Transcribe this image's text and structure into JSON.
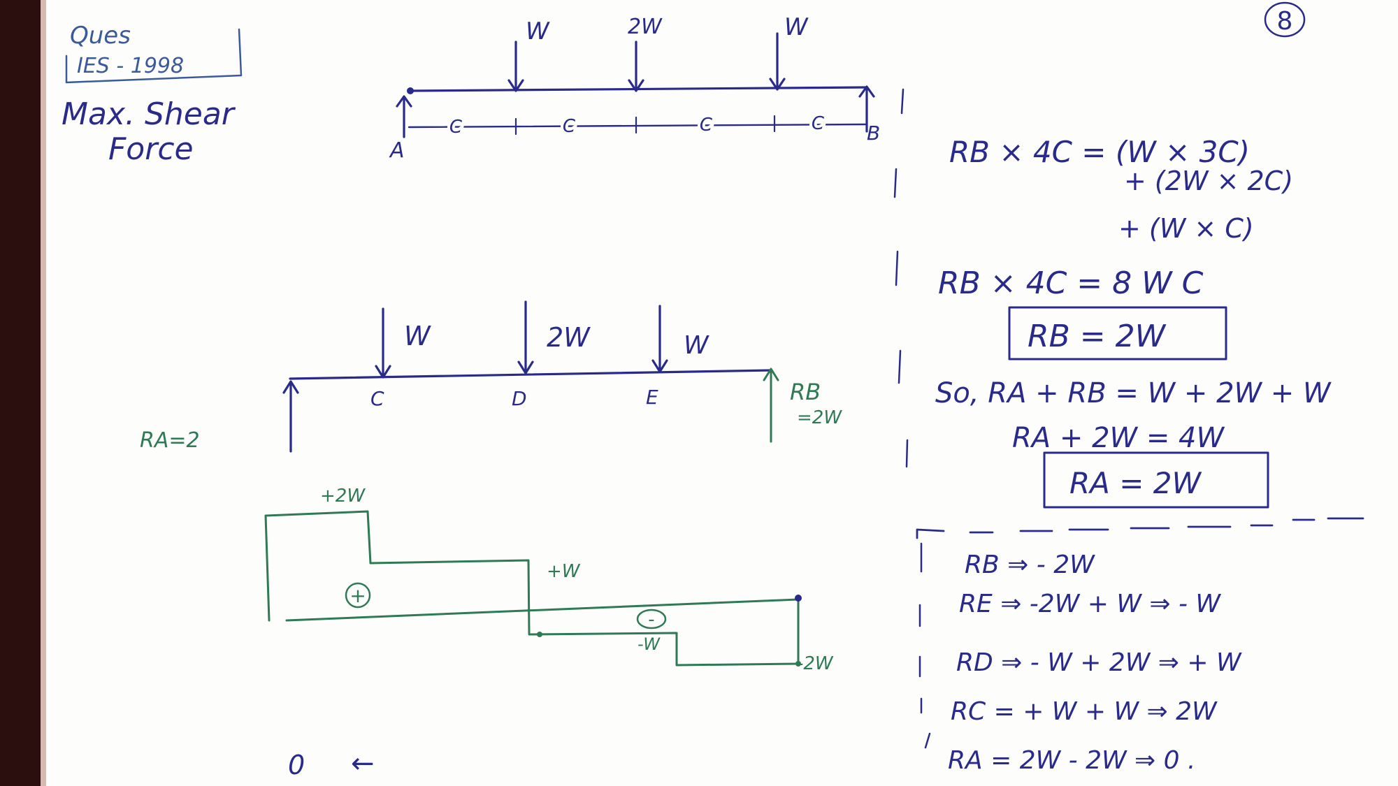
{
  "page_number": "8",
  "header": {
    "ques": "Ques",
    "ies": "IES - 1998"
  },
  "topic": {
    "line1": "Max. Shear",
    "line2": "Force"
  },
  "beam_top": {
    "loads": [
      "W",
      "2W",
      "W"
    ],
    "spans": [
      "C",
      "C",
      "C",
      "C"
    ],
    "support_a": "A",
    "support_b": "B"
  },
  "beam_mid": {
    "loads": [
      "W",
      "2W",
      "W"
    ],
    "points": [
      "C",
      "D",
      "E"
    ],
    "ra": "RA=2",
    "rb_line1": "RB",
    "rb_line2": "=2W"
  },
  "sfd": {
    "pos_value": "+2W",
    "mid_value": "+W",
    "neg_value": "-W",
    "end_value": "-2W",
    "plus_sign": "+",
    "minus_sign": "-"
  },
  "bottom_note": {
    "text1": "0",
    "text2": "←"
  },
  "calc": {
    "line1": "RB × 4C = (W × 3C)",
    "line2": "+ (2W × 2C)",
    "line3": "+ (W × C)",
    "line4": "RB × 4C  =  8 W C",
    "box1": "RB = 2W",
    "line5": "So, RA + RB = W + 2W + W",
    "line6": "RA + 2W = 4W",
    "box2": "RA = 2W"
  },
  "shear": {
    "l1": "RB ⇒       - 2W",
    "l2": "RE ⇒  -2W + W ⇒  - W",
    "l3": "RD ⇒  - W + 2W ⇒  + W",
    "l4": "RC =  + W + W   ⇒  2W",
    "l5": "RA =  2W - 2W ⇒  0 ."
  },
  "colors": {
    "blue_ink": "#2a2a8a",
    "green_ink": "#2f7a55"
  }
}
